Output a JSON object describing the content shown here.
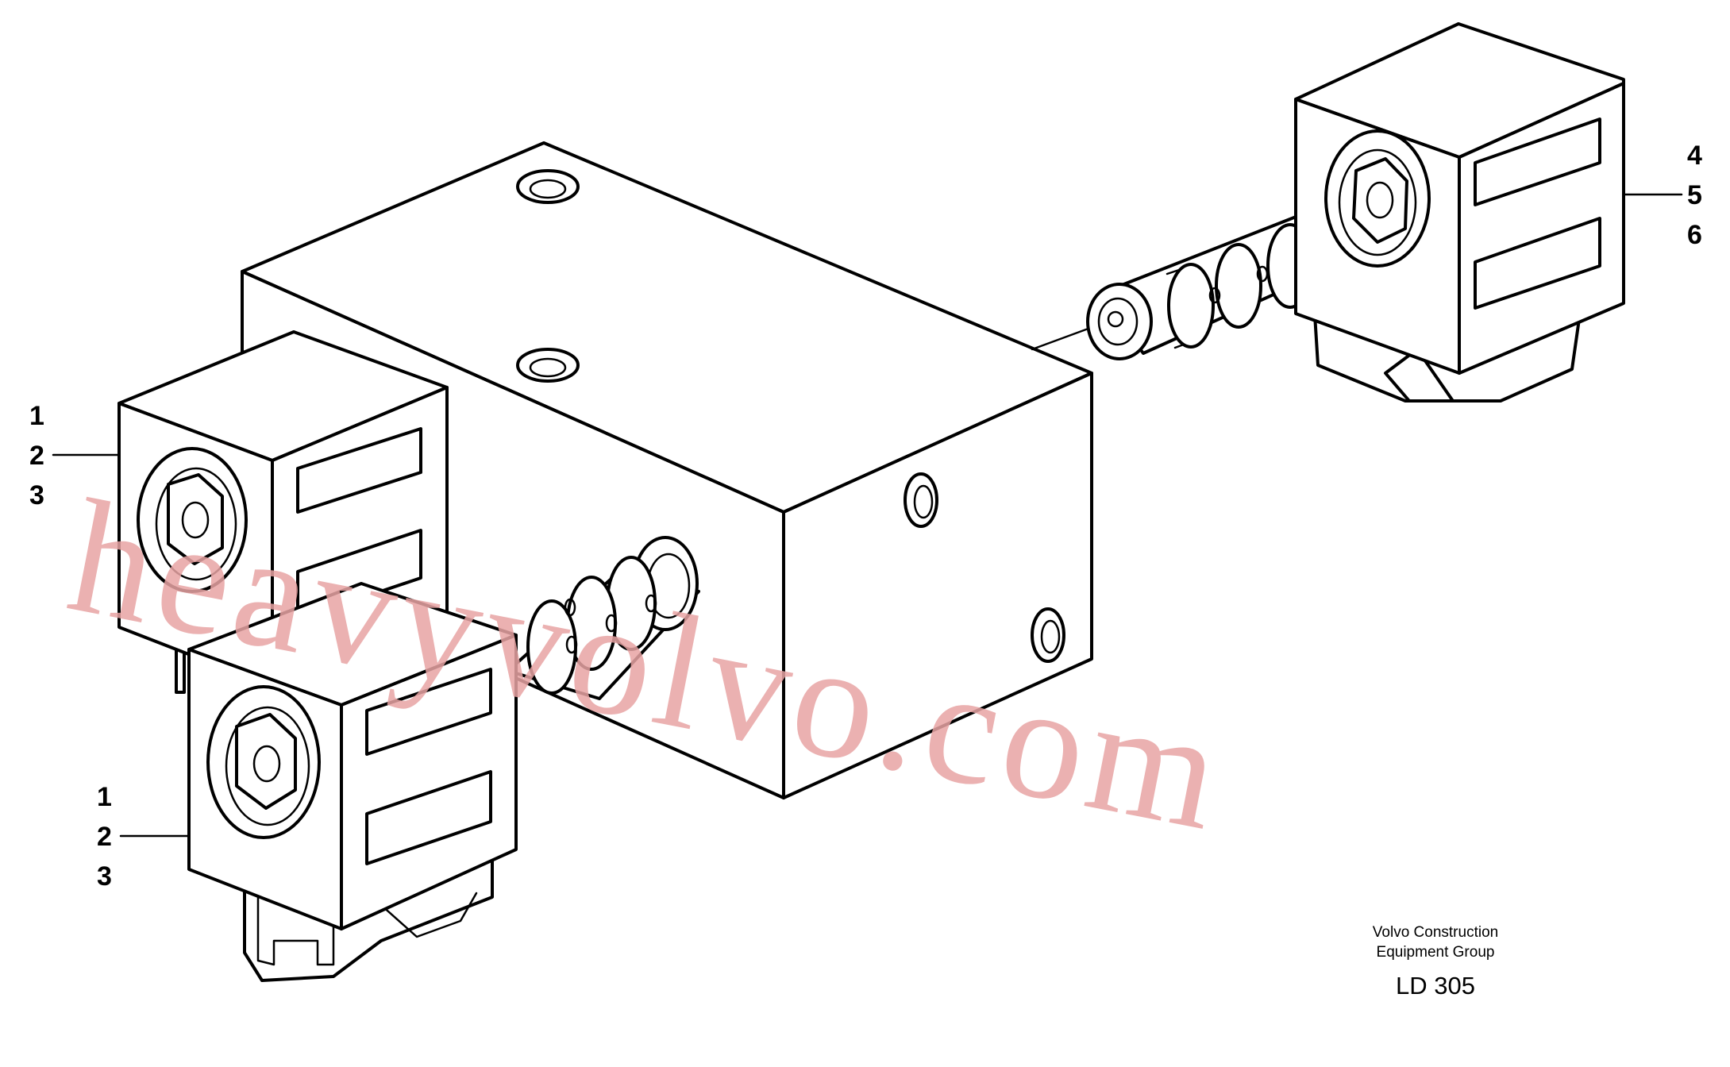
{
  "callouts": {
    "left_upper": [
      "1",
      "2",
      "3"
    ],
    "left_lower": [
      "1",
      "2",
      "3"
    ],
    "right": [
      "4",
      "5",
      "6"
    ]
  },
  "caption": {
    "line1": "Volvo Construction",
    "line2": "Equipment Group",
    "code": "LD 305"
  },
  "watermark": "heavyvolvo.com",
  "colors": {
    "line": "#000000",
    "background": "#ffffff",
    "watermark": "#e8a3a3"
  }
}
